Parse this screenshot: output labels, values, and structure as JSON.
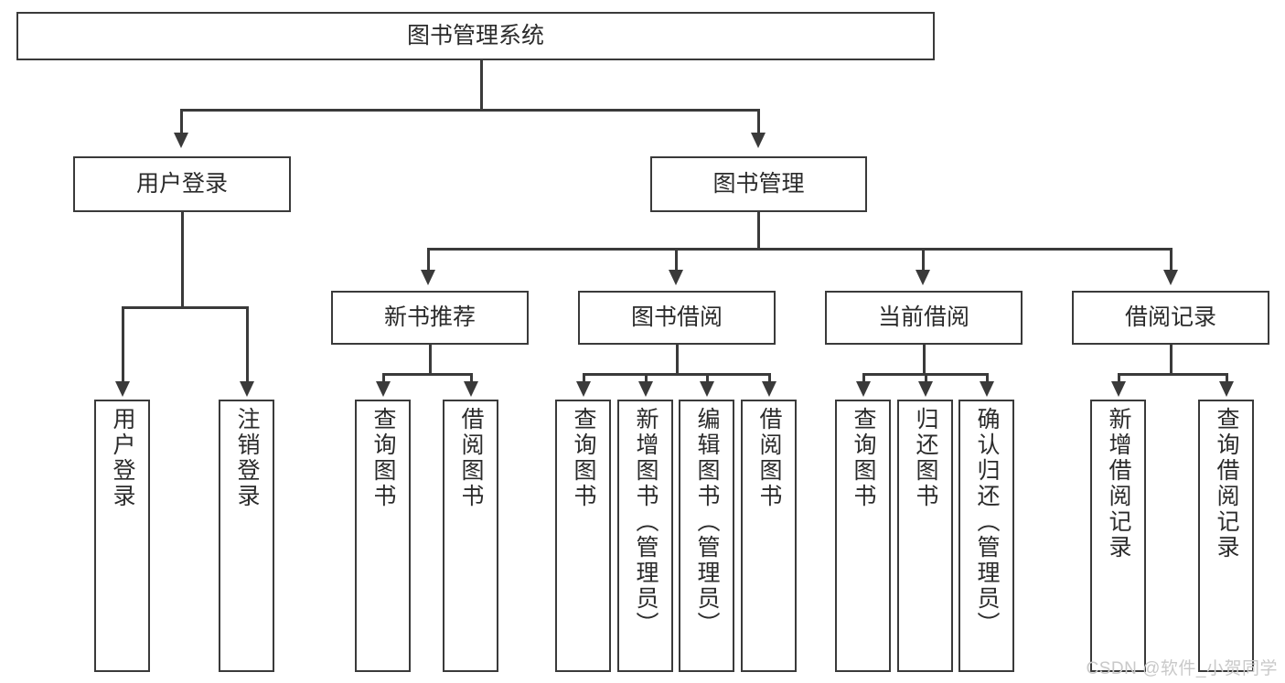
{
  "diagram": {
    "title": "图书管理系统",
    "type": "tree-hierarchy",
    "watermark": "CSDN @软件_小贺同学",
    "colors": {
      "box_border": "#3a3a3a",
      "box_fill": "#ffffff",
      "text": "#2b2b2b",
      "connector": "#3a3a3a",
      "watermark": "#c9c9c9",
      "background": "#ffffff"
    }
  },
  "root": {
    "label": "图书管理系统"
  },
  "level2": [
    {
      "label": "用户登录"
    },
    {
      "label": "图书管理"
    }
  ],
  "level3": [
    {
      "label": "新书推荐"
    },
    {
      "label": "图书借阅"
    },
    {
      "label": "当前借阅"
    },
    {
      "label": "借阅记录"
    }
  ],
  "leaves": {
    "user_login": [
      {
        "label": "用户登录"
      },
      {
        "label": "注销登录"
      }
    ],
    "new_book_recommend": [
      {
        "label": "查询图书"
      },
      {
        "label": "借阅图书"
      }
    ],
    "book_borrow": [
      {
        "label": "查询图书"
      },
      {
        "label": "新增图书（管理员）"
      },
      {
        "label": "编辑图书（管理员）"
      },
      {
        "label": "借阅图书"
      }
    ],
    "current_borrow": [
      {
        "label": "查询图书"
      },
      {
        "label": "归还图书"
      },
      {
        "label": "确认归还（管理员）"
      }
    ],
    "borrow_record": [
      {
        "label": "新增借阅记录"
      },
      {
        "label": "查询借阅记录"
      }
    ]
  }
}
